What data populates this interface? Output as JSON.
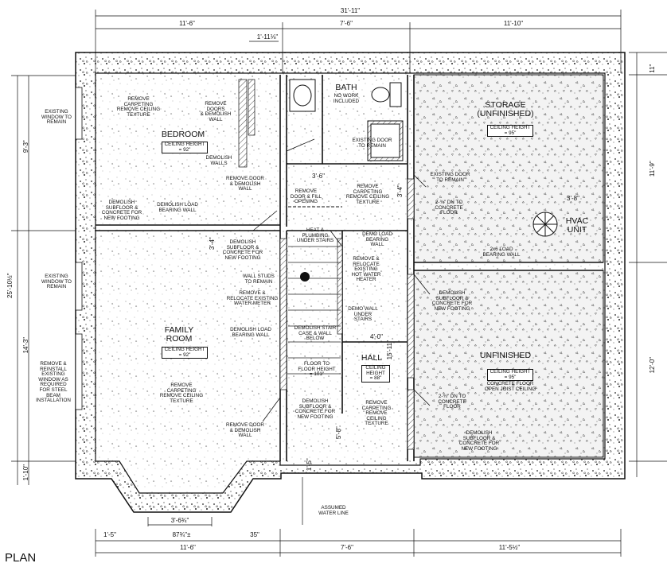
{
  "title": "PLAN",
  "dims": {
    "top_total": "31'-11\"",
    "top_1": "11'-6\"",
    "top_2": "7'-6\"",
    "top_3": "11'-10\"",
    "top_small": "1'-11⅛\"",
    "left_1": "9'-3\"",
    "left_total": "25'-10½\"",
    "left_2": "14'-3\"",
    "left_3": "1'-10\"",
    "right_1": "11\"",
    "right_2": "11'-9\"",
    "right_3": "12'-0\"",
    "bot_1": "1'-5\"",
    "bot_2": "87¾\"±",
    "bot_3": "35\"",
    "bot_4": "11'-6\"",
    "bot_5": "7'-6\"",
    "bot_6": "11'-5½\"",
    "bay": "3'-6¾\"",
    "d_36": "3'-6\"",
    "d_34a": "3'-4\"",
    "d_34b": "3'-4\"",
    "d_38": "3'-8\"",
    "d_40": "4'-0\"",
    "d_1511": "15'-11\"",
    "d_58": "5'-8\"",
    "d_15": "1'-5\""
  },
  "rooms": {
    "bedroom": "BEDROOM",
    "bedroom_ch": "CEILING HEIGHT\n= 92\"",
    "bath": "BATH",
    "bath_note": "NO WORK\nINCLUDED",
    "storage": "STORAGE\n(UNFINISHED)",
    "storage_ch": "CEILING HEIGHT\n= 95\"",
    "hvac": "HVAC\nUNIT",
    "family": "FAMILY\nROOM",
    "family_ch": "CEILING HEIGHT\n= 92\"",
    "hall": "HALL",
    "hall_ch": "CEILING\nHEIGHT\n= 88\"",
    "unfinished": "UNFINISHED",
    "unfinished_ch": "CEILING HEIGHT\n= 95\"",
    "unfinished_note": "CONCRETE FLOOR\nOPEN JOIST CEILING"
  },
  "notes": {
    "n1": "REMOVE\nCARPETING\nREMOVE CEILING\nTEXTURE",
    "n2": "REMOVE\nDOORS\n& DEMOLISH\nWALL",
    "n3": "DEMOLISH\nWALLS",
    "n4": "DEMOLISH\nSUBFLOOR &\nCONCRETE FOR\nNEW FOOTING",
    "n5": "DEMOLISH LOAD\nBEARING WALL",
    "n6": "REMOVE DOOR\n& DEMOLISH\nWALL",
    "n7": "REMOVE\nDOOR & FILL\nOPENING",
    "n8": "REMOVE\nCARPETING\nREMOVE CEILING\nTEXTURE",
    "n9": "EXISTING DOOR\nTO REMAIN",
    "n10": "EXISTING DOOR\nTO REMAIN",
    "n11": "2-¾\" DN TO\nCONCRETE\nFLOOR",
    "n12": "2x6 LOAD\nBEARING WALL",
    "n13": "DEMOLISH\nSUBFLOOR &\nCONCRETE FOR\nNEW FOOTING",
    "n14": "HEAT &\nPLUMBING\nUNDER STAIRS",
    "n15": "DEMO LOAD\nBEARING\nWALL",
    "n16": "REMOVE &\nRELOCATE\nEXISTING\nHOT WATER\nHEATER",
    "n17": "WALL STUDS\nTO REMAIN",
    "n18": "REMOVE &\nRELOCATE EXISTING\nWATER METER",
    "n19": "DEMO WALL\nUNDER\nSTAIRS",
    "n20": "DEMOLISH LOAD\nBEARING WALL",
    "n21": "DEMOLISH STAIR\nCASE & WALL\nBELOW",
    "n22": "FLOOR TO\nFLOOR HEIGHT\n= 101\"",
    "n23": "REMOVE\nCARPETING\nREMOVE CEILING\nTEXTURE",
    "n24": "REMOVE DOOR\n& DEMOLISH\nWALL",
    "n25": "DEMOLISH\nSUBFLOOR &\nCONCRETE FOR\nNEW FOOTING",
    "n26": "REMOVE\nCARPETING\nREMOVE\nCEILING\nTEXTURE",
    "n27": "DEMOLISH\nSUBFLOOR &\nCONCRETE FOR\nNEW FOOTING",
    "n28": "2-¾\" DN TO\nCONCRETE\nFLOOR",
    "n29": "DEMOLISH\nSUBFLOOR &\nCONCRETE FOR\nNEW FOOTING",
    "n30": "ASSUMED\nWATER LINE",
    "ext1": "EXISTING\nWINDOW TO\nREMAIN",
    "ext2": "EXISTING\nWINDOW TO\nREMAIN",
    "ext3": "REMOVE &\nREINSTALL\nEXISTING\nWINDOW AS\nREQUIRED\nFOR STEEL\nBEAM\nINSTALLATION"
  }
}
